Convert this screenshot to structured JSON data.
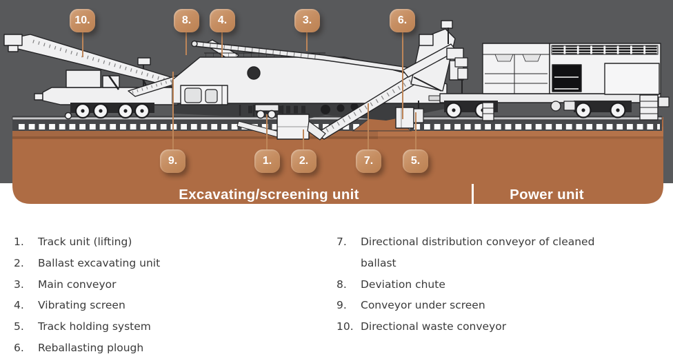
{
  "diagram": {
    "section_labels": {
      "left": "Excavating/screening unit",
      "right": "Power unit"
    },
    "badges": [
      {
        "label": "10."
      },
      {
        "label": "8."
      },
      {
        "label": "4."
      },
      {
        "label": "3."
      },
      {
        "label": "6."
      },
      {
        "label": "9."
      },
      {
        "label": "1."
      },
      {
        "label": "2."
      },
      {
        "label": "7."
      },
      {
        "label": "5."
      }
    ],
    "colors": {
      "panel_background": "#58595b",
      "ground_brown": "#ae6c44",
      "badge_tan": "#c68e62",
      "machine_fill": "#f0f0f1",
      "outline": "#232325",
      "label_text": "#ffffff"
    }
  },
  "legend": {
    "left_items": [
      {
        "num": "1.",
        "text": "Track unit (lifting)"
      },
      {
        "num": "2.",
        "text": "Ballast excavating unit"
      },
      {
        "num": "3.",
        "text": "Main conveyor"
      },
      {
        "num": "4.",
        "text": "Vibrating screen"
      },
      {
        "num": "5.",
        "text": "Track holding system"
      },
      {
        "num": "6.",
        "text": "Reballasting plough"
      }
    ],
    "right_items": [
      {
        "num": "7.",
        "text": "Directional distribution conveyor of cleaned ballast"
      },
      {
        "num": "8.",
        "text": "Deviation chute"
      },
      {
        "num": "9.",
        "text": "Conveyor under screen"
      },
      {
        "num": "10.",
        "text": "Directional waste conveyor"
      }
    ]
  }
}
